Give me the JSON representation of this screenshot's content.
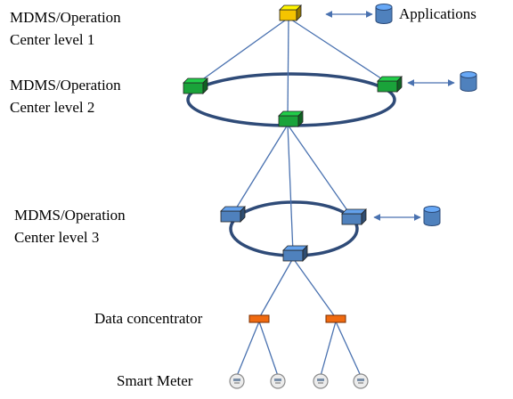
{
  "labels": {
    "level1": [
      "MDMS/Operation",
      "Center level 1"
    ],
    "level2": [
      "MDMS/Operation",
      "Center level 2"
    ],
    "level3": [
      "MDMS/Operation",
      "Center  level 3"
    ],
    "applications": "Applications",
    "data_concentrator": "Data concentrator",
    "smart_meter": "Smart Meter"
  },
  "colors": {
    "level1_node": "#f5c400",
    "level2_node": "#1aa33a",
    "level3_node": "#4f81bd",
    "concentrator": "#f06a10",
    "link": "#4a72b0",
    "ring": "#2f4b78",
    "database": "#4f81bd"
  }
}
